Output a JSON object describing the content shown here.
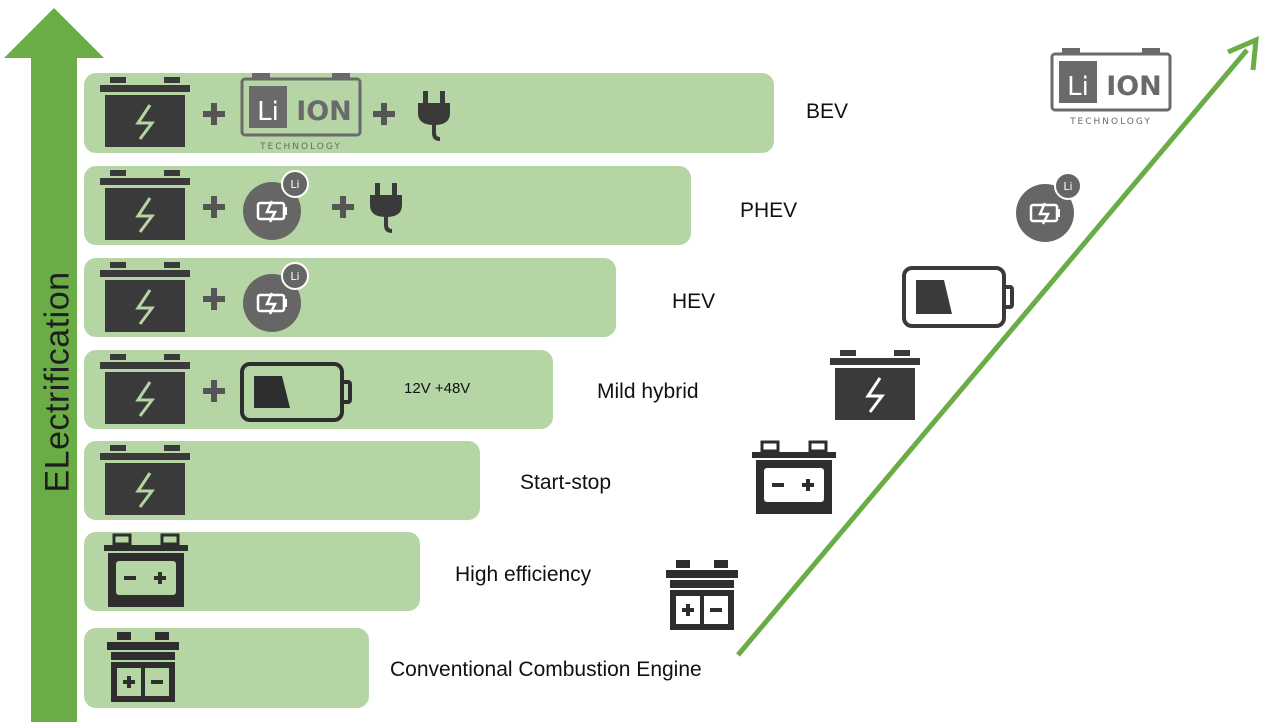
{
  "axis": {
    "label": "ELectrification"
  },
  "rows": [
    {
      "label": "BEV"
    },
    {
      "label": "PHEV"
    },
    {
      "label": "HEV"
    },
    {
      "label": "Mild hybrid",
      "note": "12V +48V"
    },
    {
      "label": "Start-stop"
    },
    {
      "label": "High efficiency"
    },
    {
      "label": "Conventional Combustion Engine"
    }
  ],
  "badges": {
    "li": "Li",
    "liion_a": "Li",
    "liion_b": "ION",
    "technology": "TECHNOLOGY"
  },
  "colors": {
    "bar": "#b5d5a4",
    "arrow": "#6aad46",
    "icon": "#3a3a3a",
    "plus": "#555555"
  }
}
